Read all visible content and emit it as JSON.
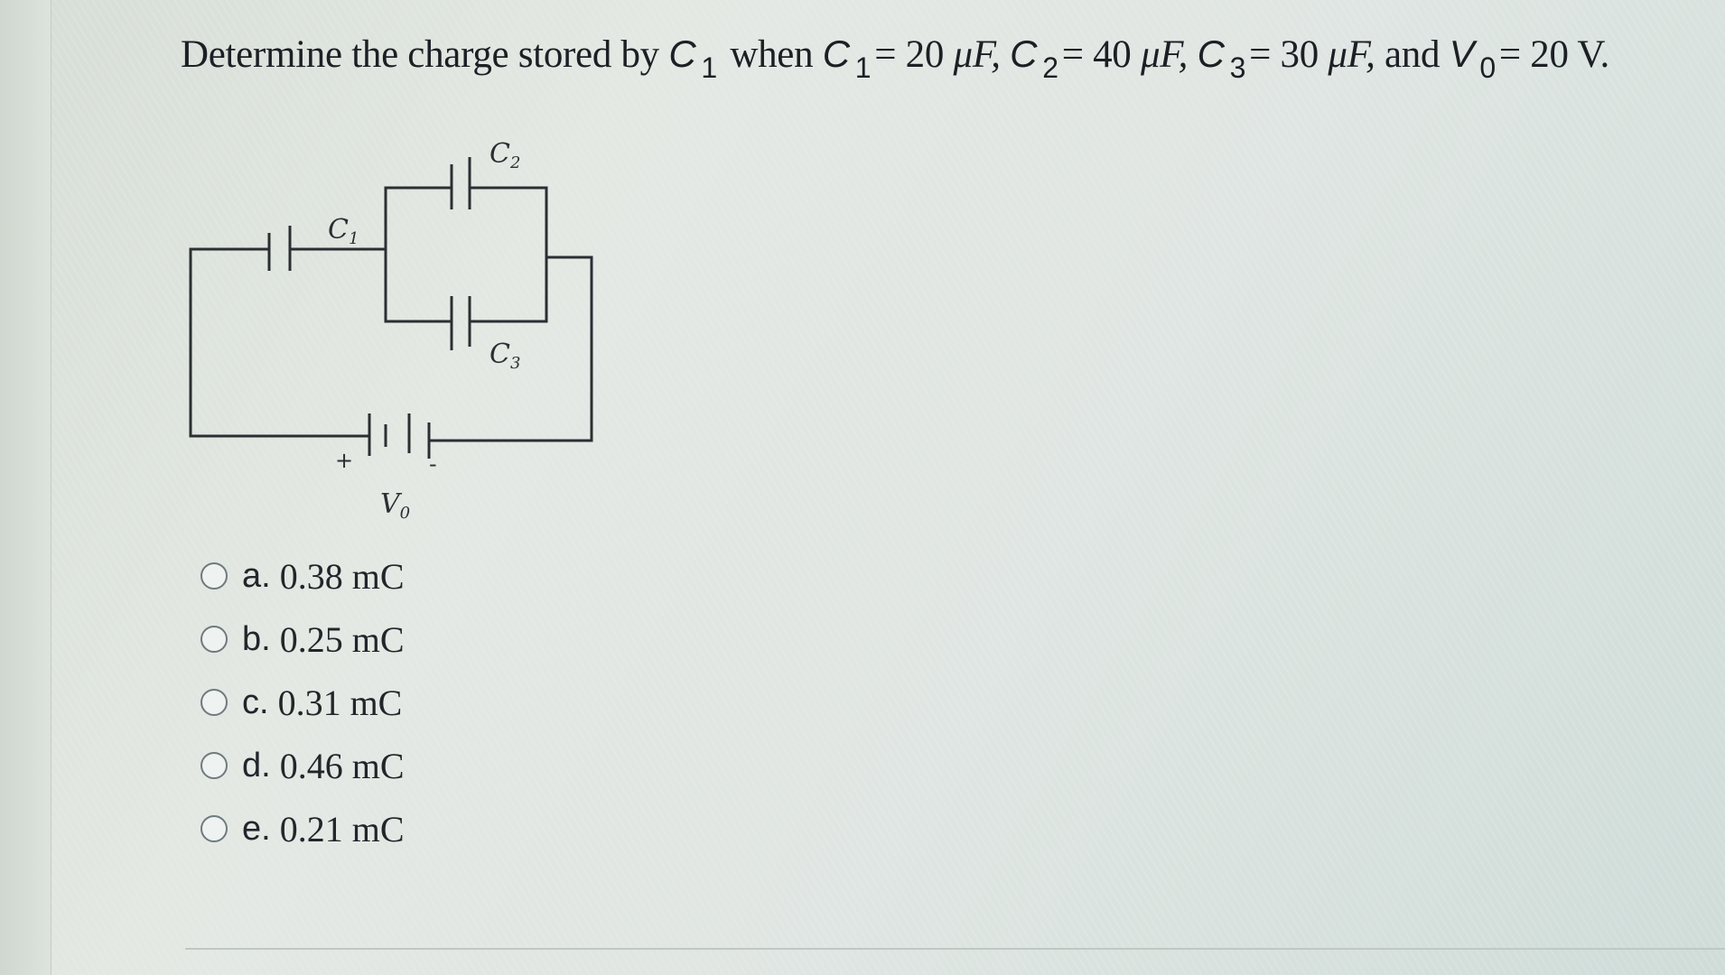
{
  "question": {
    "intro": "Determine the charge stored by",
    "target_var": "C",
    "target_sub": "1",
    "when": "when",
    "c1_var": "C",
    "c1_sub": "1",
    "c1_value": "= 20",
    "c1_unit": "μF,",
    "c2_var": "C",
    "c2_sub": "2",
    "c2_value": "= 40",
    "c2_unit": "μF,",
    "c3_var": "C",
    "c3_sub": "3",
    "c3_value": "= 30",
    "c3_unit": "μF,",
    "and": "and",
    "v0_var": "V",
    "v0_sub": "0",
    "v0_value": "= 20 V."
  },
  "circuit": {
    "c1_label": "C",
    "c1_label_sub": "1",
    "c2_label": "C",
    "c2_label_sub": "2",
    "c3_label": "C",
    "c3_label_sub": "3",
    "plus_sign": "+",
    "minus_sign": "-",
    "source_label": "V",
    "source_label_sub": "0"
  },
  "options": [
    {
      "letter": "a.",
      "value": "0.38 mC"
    },
    {
      "letter": "b.",
      "value": "0.25 mC"
    },
    {
      "letter": "c.",
      "value": "0.31 mC"
    },
    {
      "letter": "d.",
      "value": "0.46 mC"
    },
    {
      "letter": "e.",
      "value": "0.21 mC"
    }
  ],
  "colors": {
    "background": "#dfe5e2",
    "wire": "#2a2f33",
    "text": "#1c1f24",
    "radio_border": "#6f7a7d"
  }
}
